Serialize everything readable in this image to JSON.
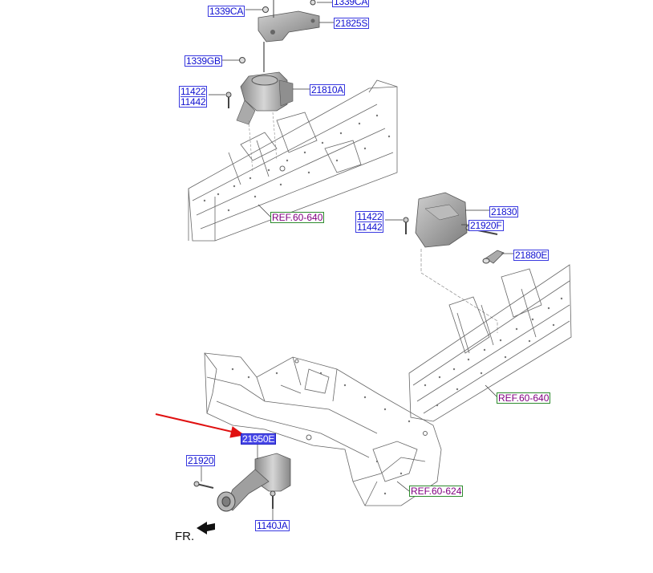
{
  "labels": {
    "p1339ca_a": "1339CA",
    "p1339ca_b": "1339CA",
    "p21825s": "21825S",
    "p1339gb": "1339GB",
    "p21810a": "21810A",
    "p11422_a": "11422",
    "p11442_a": "11442",
    "p21830": "21830",
    "p21920f": "21920F",
    "p11422_b": "11422",
    "p11442_b": "11442",
    "p21880e": "21880E",
    "p21950e": "21950E",
    "p21920": "21920",
    "p1140ja": "1140JA"
  },
  "refs": {
    "ref_a": "REF.60-640",
    "ref_b": "REF.60-640",
    "ref_c": "REF.60-624"
  },
  "orientation": {
    "fr": "FR."
  },
  "colors": {
    "part_label": "#1010d0",
    "selected_label_bg": "#4848e8",
    "ref_text": "#800080",
    "ref_border": "#2e8b2e",
    "pointer_arrow": "#e01010",
    "part_fill": "#9a9a9a"
  }
}
